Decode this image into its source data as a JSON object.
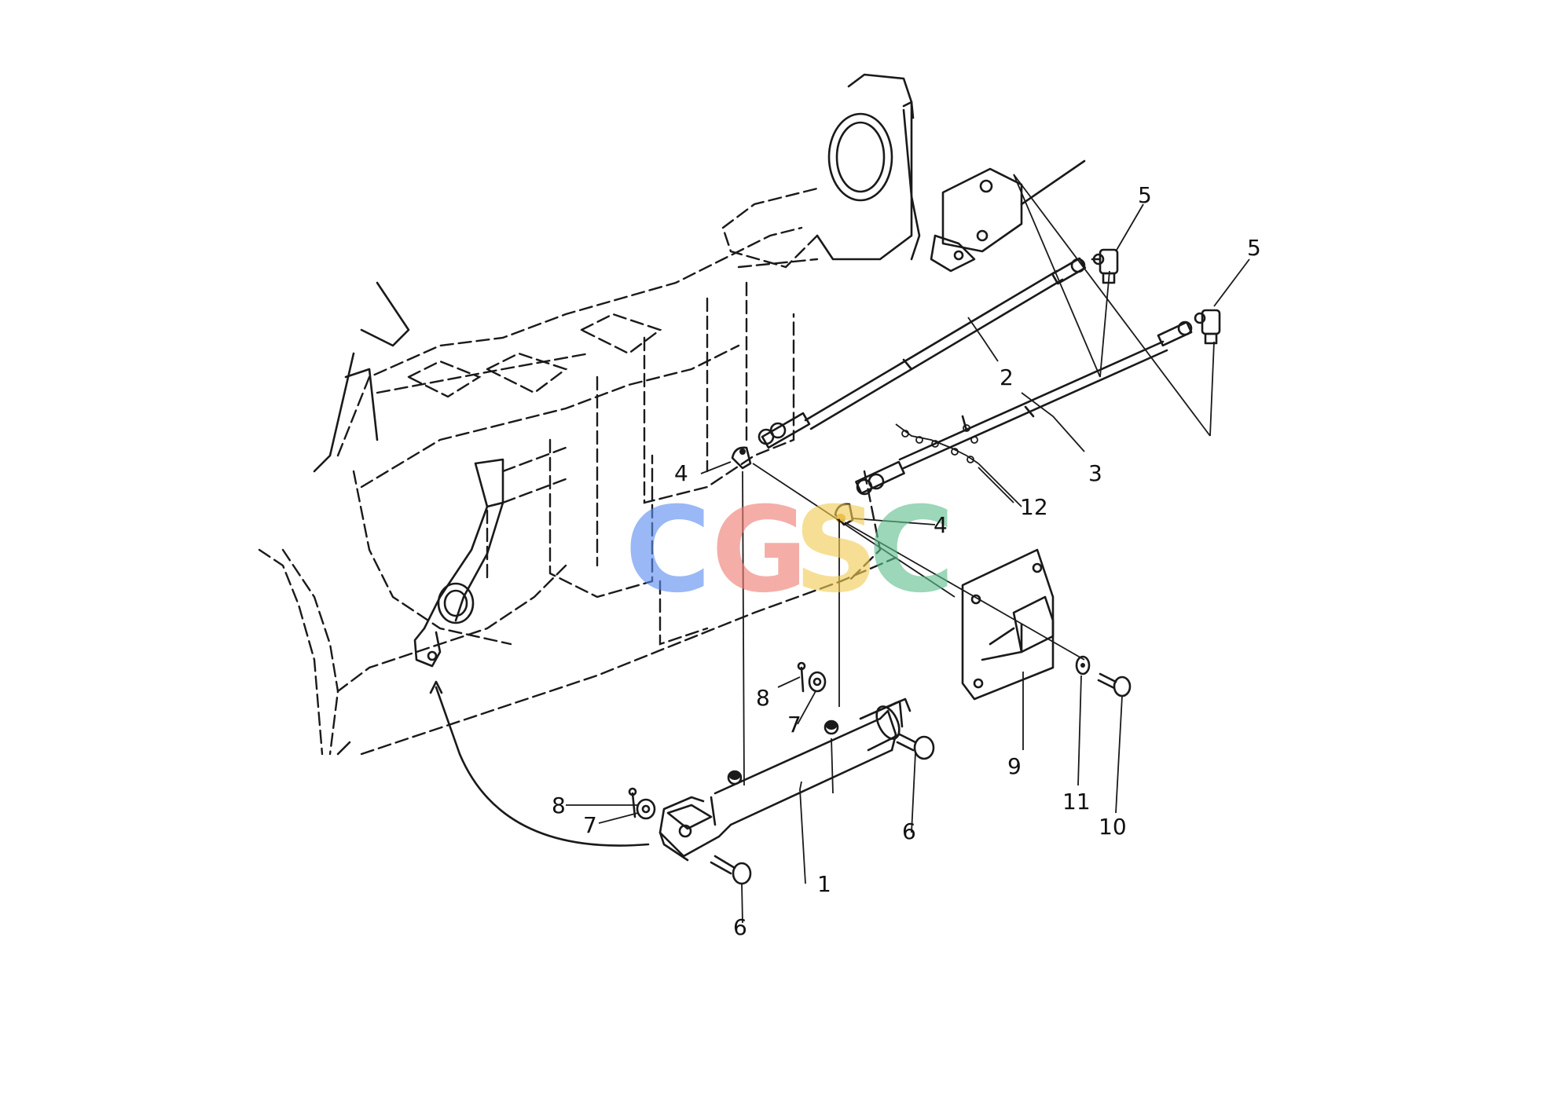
{
  "watermark": {
    "letters": [
      {
        "char": "C",
        "color": "#5b8ef0"
      },
      {
        "char": "G",
        "color": "#ef7b73"
      },
      {
        "char": "S",
        "color": "#f2cc55"
      },
      {
        "char": "C",
        "color": "#5fbf8e"
      }
    ]
  },
  "callouts": {
    "c1": "1",
    "c2": "2",
    "c3": "3",
    "c4a": "4",
    "c4b": "4",
    "c5a": "5",
    "c5b": "5",
    "c6a": "6",
    "c6b": "6",
    "c7a": "7",
    "c7b": "7",
    "c8a": "8",
    "c8b": "8",
    "c9": "9",
    "c10": "10",
    "c11": "11",
    "c12": "12"
  }
}
